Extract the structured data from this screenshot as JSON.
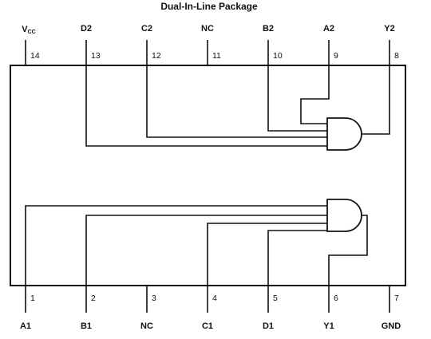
{
  "title": "Dual-In-Line Package",
  "top_pins": [
    {
      "num": "14",
      "label": "VCC"
    },
    {
      "num": "13",
      "label": "D2"
    },
    {
      "num": "12",
      "label": "C2"
    },
    {
      "num": "11",
      "label": "NC"
    },
    {
      "num": "10",
      "label": "B2"
    },
    {
      "num": "9",
      "label": "A2"
    },
    {
      "num": "8",
      "label": "Y2"
    }
  ],
  "bottom_pins": [
    {
      "num": "1",
      "label": "A1"
    },
    {
      "num": "2",
      "label": "B1"
    },
    {
      "num": "3",
      "label": "NC"
    },
    {
      "num": "4",
      "label": "C1"
    },
    {
      "num": "5",
      "label": "D1"
    },
    {
      "num": "6",
      "label": "Y1"
    },
    {
      "num": "7",
      "label": "GND"
    }
  ],
  "vcc": {
    "main": "V",
    "sub": "CC"
  }
}
